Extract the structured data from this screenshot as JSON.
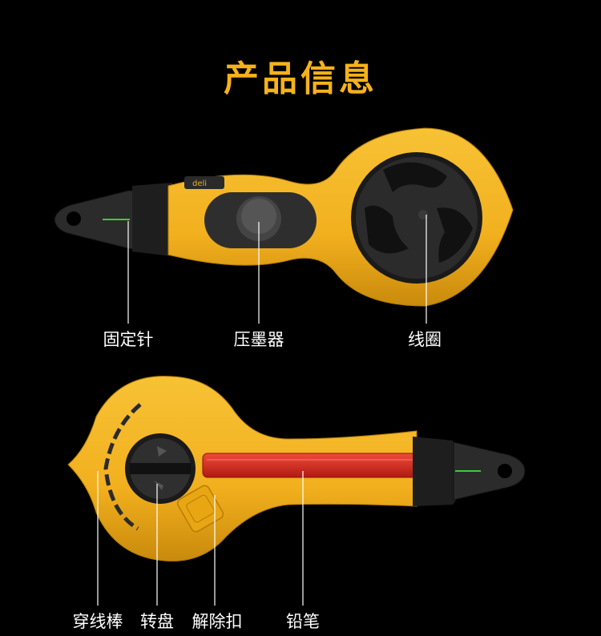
{
  "title": "产品信息",
  "colors": {
    "background": "#000000",
    "title": "#F5B21B",
    "body_yellow": "#F2B01E",
    "dark_plastic": "#2A2A2A",
    "pencil_red": "#D8281E",
    "line_green": "#3CCB3C"
  },
  "brand_text": "deli",
  "top_view": {
    "labels": {
      "pin": "固定针",
      "ink_press": "压墨器",
      "reel": "线圈"
    }
  },
  "bottom_view": {
    "labels": {
      "threading_rod": "穿线棒",
      "dial": "转盘",
      "release_button": "解除扣",
      "pencil": "铅笔"
    }
  }
}
